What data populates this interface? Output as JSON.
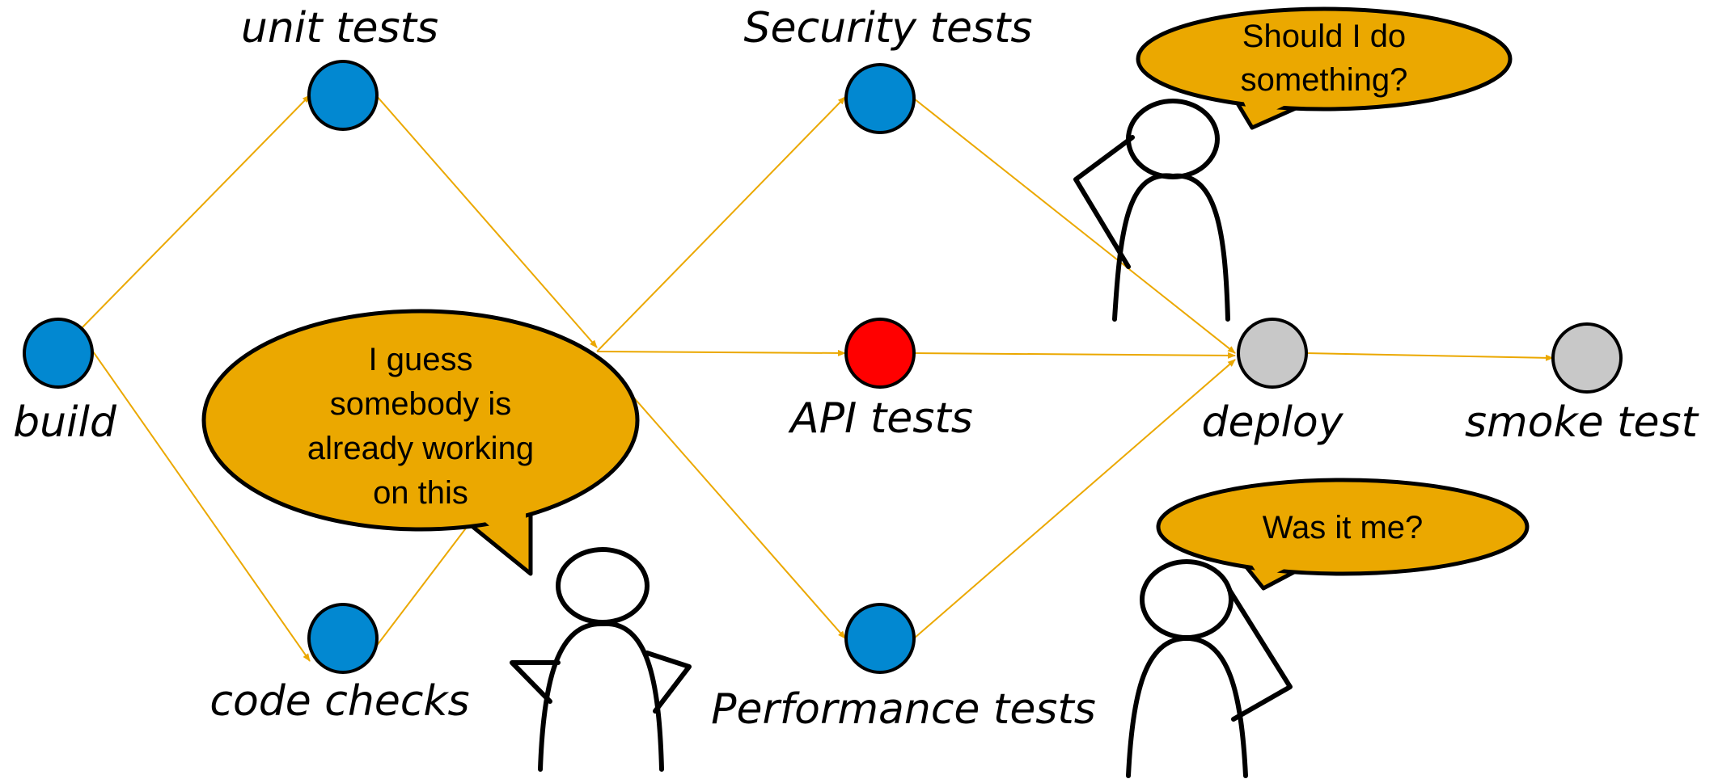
{
  "colors": {
    "arrow": "#EBA800",
    "done": "#0288D1",
    "failed": "#FF0000",
    "pending": "#C8C8C8",
    "bubble": "#EBA800",
    "outline": "#000000"
  },
  "nodes": {
    "build": {
      "label": "build",
      "status": "done"
    },
    "unit_tests": {
      "label": "unit tests",
      "status": "done"
    },
    "code_checks": {
      "label": "code checks",
      "status": "done"
    },
    "security_tests": {
      "label": "Security tests",
      "status": "done"
    },
    "api_tests": {
      "label": "API tests",
      "status": "failed"
    },
    "performance_tests": {
      "label": "Performance tests",
      "status": "done"
    },
    "deploy": {
      "label": "deploy",
      "status": "pending"
    },
    "smoke_test": {
      "label": "smoke test",
      "status": "pending"
    }
  },
  "bubbles": {
    "top": {
      "lines": [
        "Should I do",
        "something?"
      ]
    },
    "left": {
      "lines": [
        "I guess",
        "somebody is",
        "already working",
        "on this"
      ]
    },
    "bottom": {
      "lines": [
        "Was it me?"
      ]
    }
  }
}
